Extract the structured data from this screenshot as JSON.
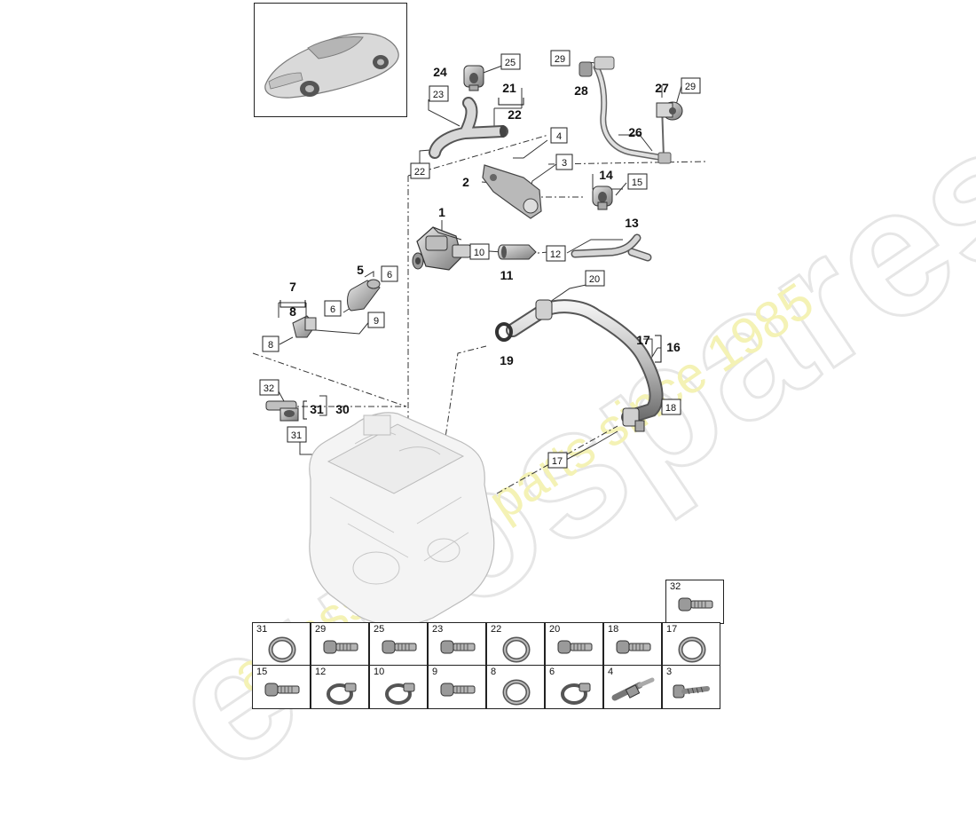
{
  "watermark": {
    "brand": "eurospares",
    "tagline": "a passion for parts since 1985"
  },
  "callouts": {
    "c1": "1",
    "c2": "2",
    "c3": "3",
    "c4": "4",
    "c5": "5",
    "c6a": "6",
    "c6b": "6",
    "c7": "7",
    "c8a": "8",
    "c8b": "8",
    "c9": "9",
    "c10": "10",
    "c11": "11",
    "c12": "12",
    "c13": "13",
    "c14": "14",
    "c15": "15",
    "c16": "16",
    "c17a": "17",
    "c17b": "17",
    "c18": "18",
    "c19": "19",
    "c20": "20",
    "c21": "21",
    "c22a": "22",
    "c22b": "22",
    "c23": "23",
    "c24": "24",
    "c25": "25",
    "c26": "26",
    "c27": "27",
    "c28": "28",
    "c29a": "29",
    "c29b": "29",
    "c30": "30",
    "c31a": "31",
    "c31b": "31",
    "c32": "32"
  },
  "legend": {
    "row0": [
      {
        "label": "32",
        "icon": "bolt-icon"
      }
    ],
    "row1": [
      {
        "label": "31",
        "icon": "seal-ring-icon"
      },
      {
        "label": "29",
        "icon": "bolt-icon"
      },
      {
        "label": "25",
        "icon": "bolt-icon"
      },
      {
        "label": "23",
        "icon": "bolt-icon"
      },
      {
        "label": "22",
        "icon": "seal-ring-icon"
      },
      {
        "label": "20",
        "icon": "bolt-icon"
      },
      {
        "label": "18",
        "icon": "bolt-icon"
      },
      {
        "label": "17",
        "icon": "seal-ring-icon"
      }
    ],
    "row2": [
      {
        "label": "15",
        "icon": "bolt-icon"
      },
      {
        "label": "12",
        "icon": "hose-clamp-icon"
      },
      {
        "label": "10",
        "icon": "hose-clamp-icon"
      },
      {
        "label": "9",
        "icon": "bolt-icon"
      },
      {
        "label": "8",
        "icon": "seal-ring-icon"
      },
      {
        "label": "6",
        "icon": "hose-clamp-icon"
      },
      {
        "label": "4",
        "icon": "stud-bolt-icon"
      },
      {
        "label": "3",
        "icon": "screw-icon"
      }
    ]
  }
}
